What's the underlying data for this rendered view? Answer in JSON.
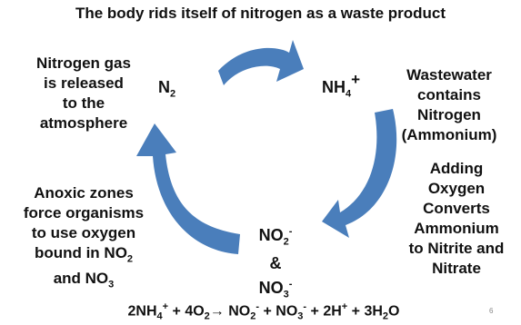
{
  "title": "The body rids itself of nitrogen as a waste product",
  "labels": {
    "left_top": [
      "Nitrogen gas",
      "is released",
      "to the",
      "atmosphere"
    ],
    "right_top": [
      "Wastewater",
      "contains",
      "Nitrogen",
      "(Ammonium)"
    ],
    "left_bottom": [
      "Anoxic zones",
      "force organisms",
      "to use oxygen",
      "bound in NO",
      "and NO"
    ],
    "left_bottom_subs": [
      "2",
      "3"
    ],
    "right_bottom": [
      "Adding",
      "Oxygen",
      "Converts",
      "Ammonium",
      "to Nitrite and",
      "Nitrate"
    ]
  },
  "species": {
    "n2": {
      "base": "N",
      "sub": "2"
    },
    "nh4": {
      "base": "NH",
      "sub": "4",
      "sup": "+"
    },
    "no2": {
      "base": "NO",
      "sub": "2",
      "sup": "-"
    },
    "amp": "&",
    "no3": {
      "base": "NO",
      "sub": "3",
      "sup": "-"
    }
  },
  "equation": {
    "lhs_coef1": "2NH",
    "lhs_sub1": "4",
    "lhs_sup1": "+",
    "plus1": " + 4O",
    "lhs_sub2": "2",
    "arrow": "→",
    "no2": " NO",
    "no2_sub": "2",
    "no2_sup": "-",
    "plus2": " + NO",
    "no3_sub": "3",
    "no3_sup": "-",
    "plus3": " + 2H",
    "h_sup": "+",
    "plus4": " + 3H",
    "h2o_sub": "2",
    "h2o_end": "O"
  },
  "slide_number": "6",
  "colors": {
    "arrow": "#4a7ebb",
    "text": "#111111"
  }
}
